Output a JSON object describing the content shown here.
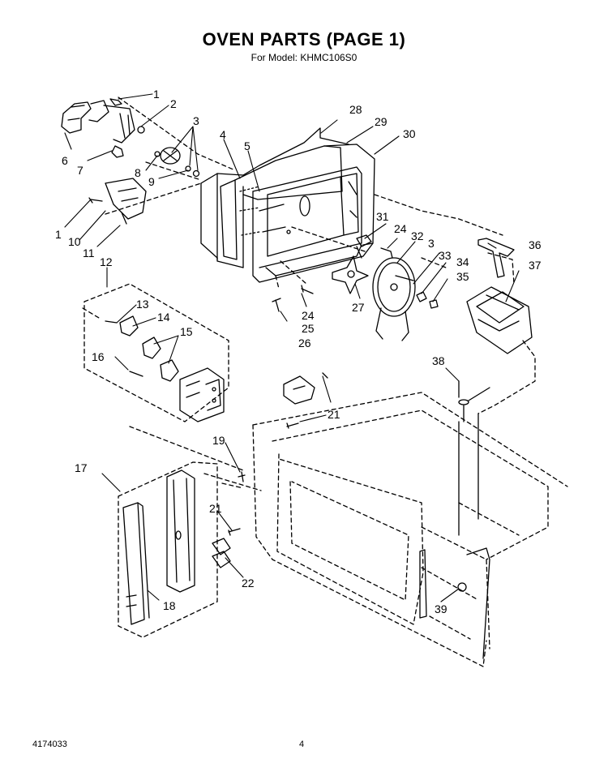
{
  "title": "OVEN PARTS (PAGE 1)",
  "subtitle": "For Model: KHMC106S0",
  "footer": {
    "doc_number": "4174033",
    "page_number": "4"
  },
  "callouts": [
    {
      "id": "c1a",
      "text": "1"
    },
    {
      "id": "c2",
      "text": "2"
    },
    {
      "id": "c3a",
      "text": "3"
    },
    {
      "id": "c4",
      "text": "4"
    },
    {
      "id": "c5",
      "text": "5"
    },
    {
      "id": "c6",
      "text": "6"
    },
    {
      "id": "c7",
      "text": "7"
    },
    {
      "id": "c8",
      "text": "8"
    },
    {
      "id": "c9",
      "text": "9"
    },
    {
      "id": "c1b",
      "text": "1"
    },
    {
      "id": "c10",
      "text": "10"
    },
    {
      "id": "c11",
      "text": "11"
    },
    {
      "id": "c12",
      "text": "12"
    },
    {
      "id": "c13",
      "text": "13"
    },
    {
      "id": "c14",
      "text": "14"
    },
    {
      "id": "c15",
      "text": "15"
    },
    {
      "id": "c16",
      "text": "16"
    },
    {
      "id": "c17",
      "text": "17"
    },
    {
      "id": "c18",
      "text": "18"
    },
    {
      "id": "c19",
      "text": "19"
    },
    {
      "id": "c21a",
      "text": "21"
    },
    {
      "id": "c21b",
      "text": "21"
    },
    {
      "id": "c22",
      "text": "22"
    },
    {
      "id": "c24a",
      "text": "24"
    },
    {
      "id": "c24b",
      "text": "24"
    },
    {
      "id": "c25",
      "text": "25"
    },
    {
      "id": "c26",
      "text": "26"
    },
    {
      "id": "c27",
      "text": "27"
    },
    {
      "id": "c28",
      "text": "28"
    },
    {
      "id": "c29",
      "text": "29"
    },
    {
      "id": "c30",
      "text": "30"
    },
    {
      "id": "c31",
      "text": "31"
    },
    {
      "id": "c32",
      "text": "32"
    },
    {
      "id": "c3b",
      "text": "3"
    },
    {
      "id": "c33",
      "text": "33"
    },
    {
      "id": "c34",
      "text": "34"
    },
    {
      "id": "c35",
      "text": "35"
    },
    {
      "id": "c36",
      "text": "36"
    },
    {
      "id": "c37",
      "text": "37"
    },
    {
      "id": "c38",
      "text": "38"
    },
    {
      "id": "c39",
      "text": "39"
    }
  ]
}
